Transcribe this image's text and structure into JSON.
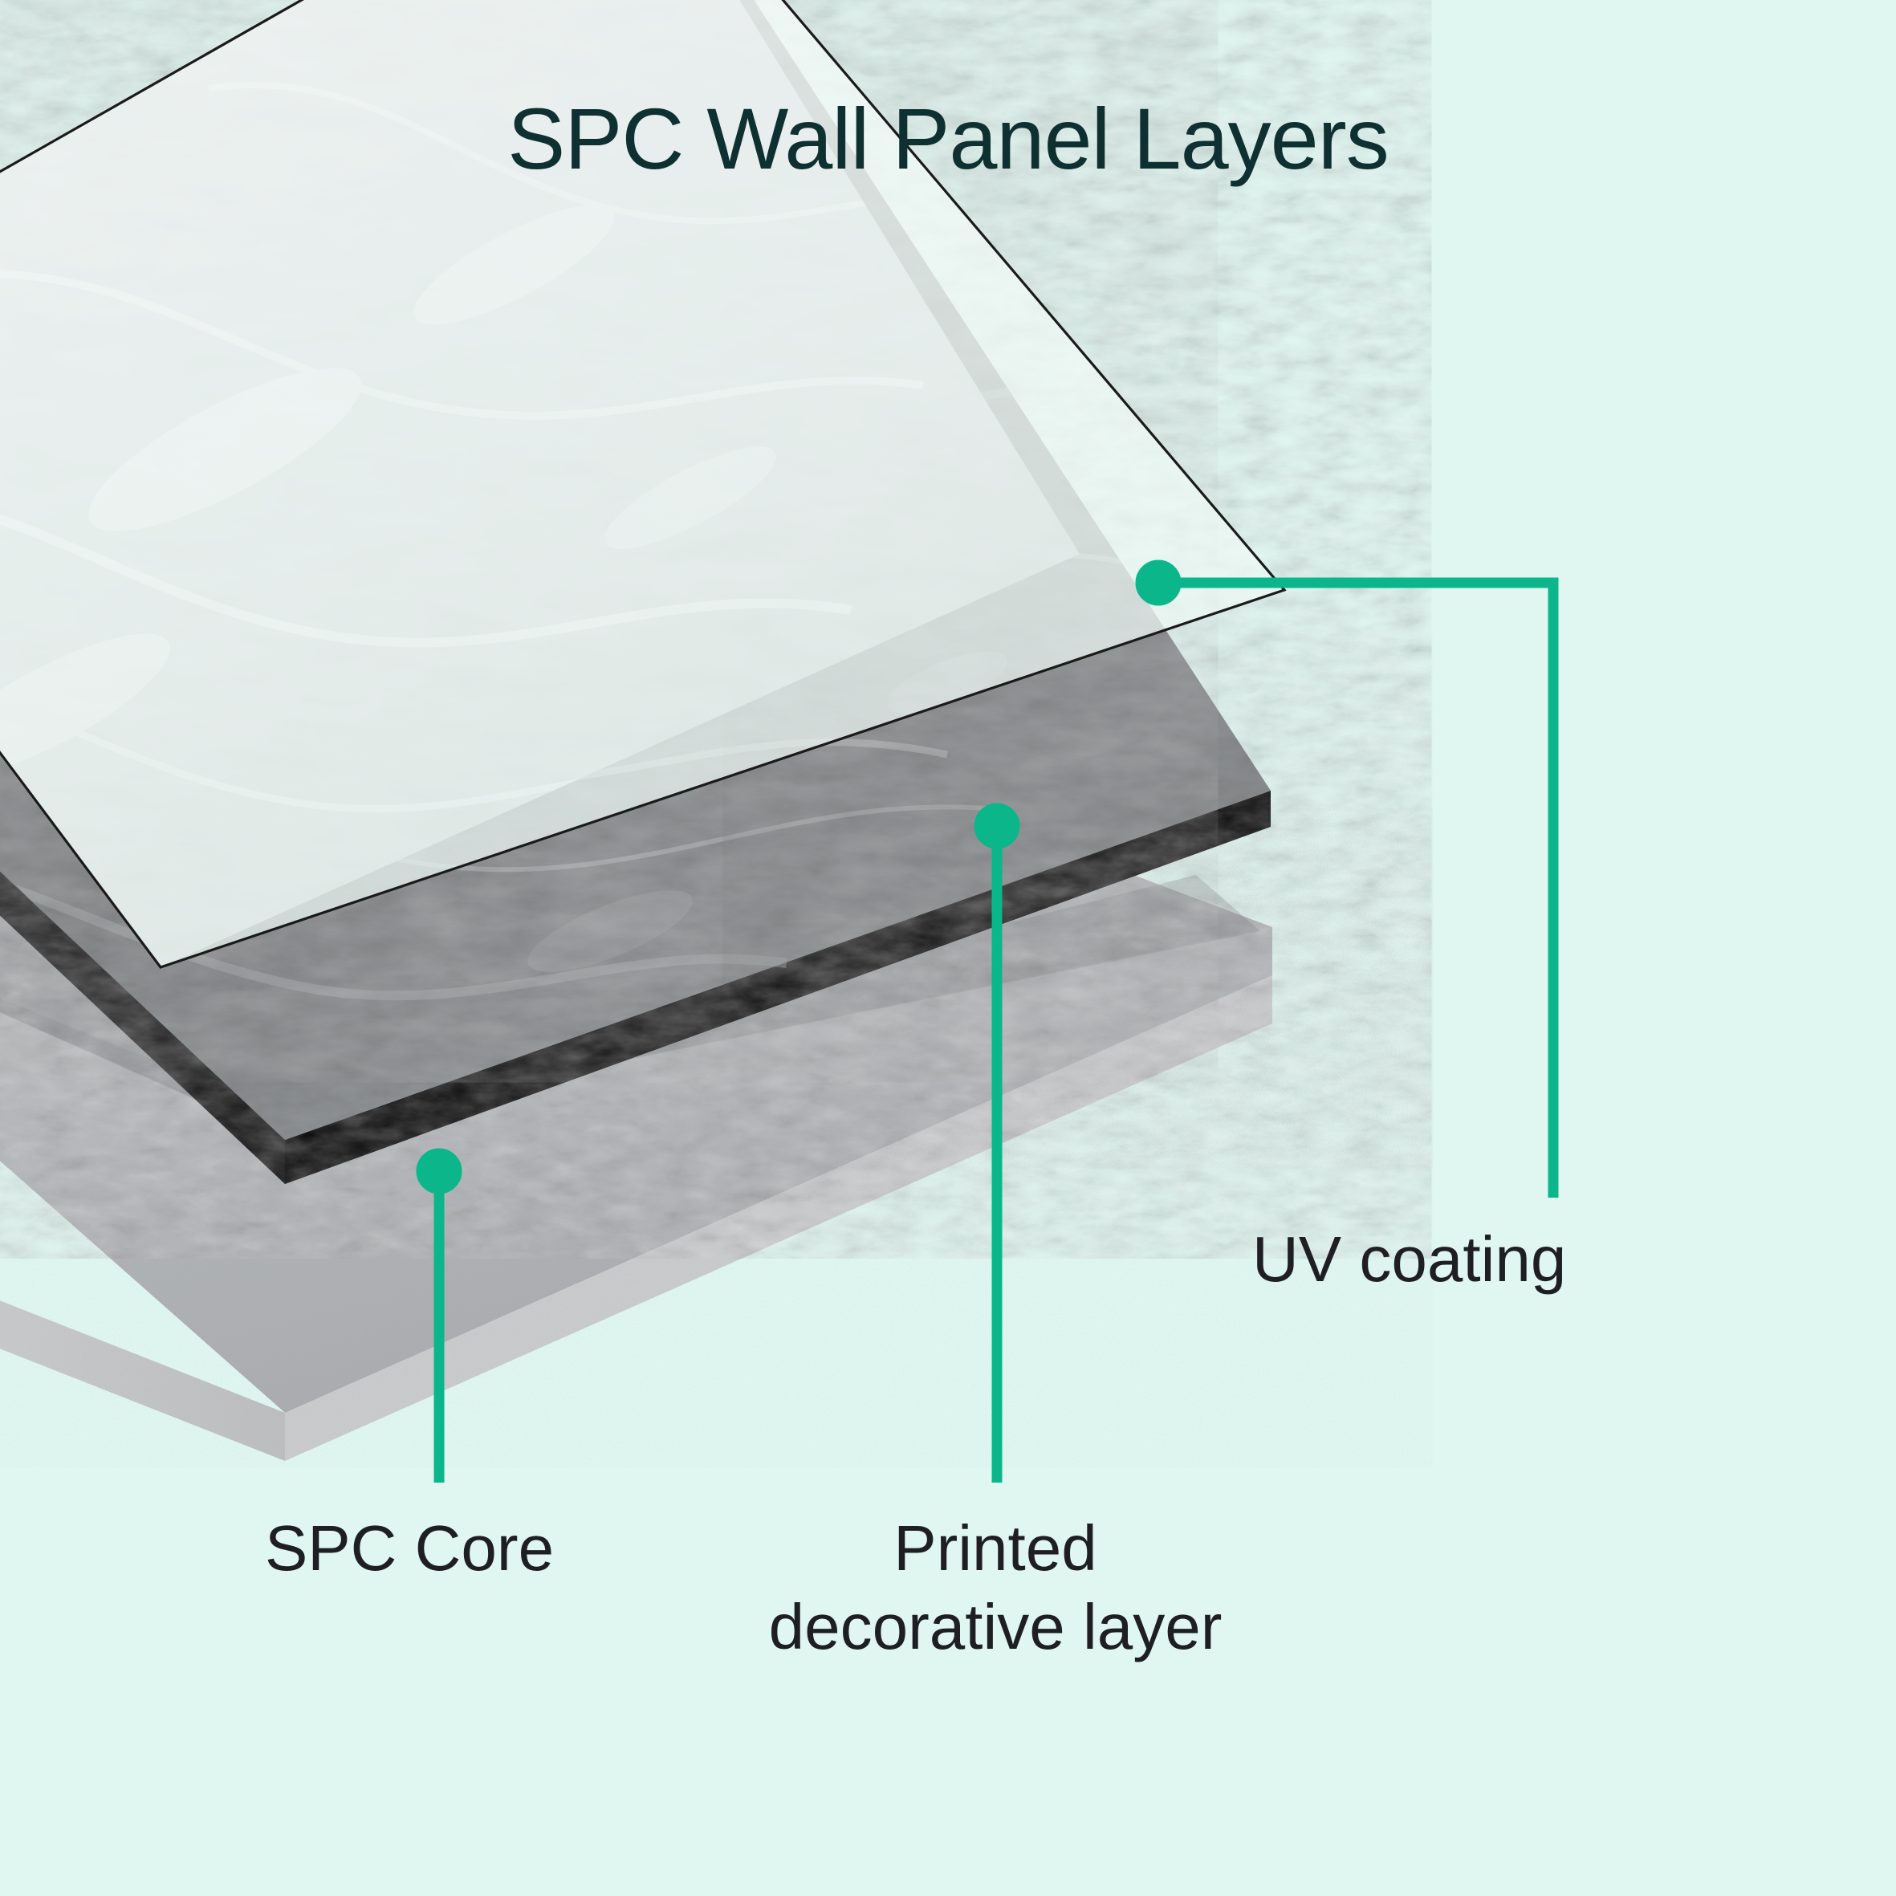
{
  "diagram": {
    "title": "SPC Wall Panel Layers",
    "background_color": "#e0f7f1",
    "title_color": "#0f3030",
    "label_color": "#1f1f23",
    "accent_color": "#0bb68b",
    "outline_color": "#1a1a1a",
    "type": "exploded-layer-diagram",
    "layers": [
      {
        "id": "uv-coating",
        "label": "UV coating",
        "order": 1,
        "position": "top",
        "appearance": "translucent glossy sheet",
        "fill_color": "#f4fcf9",
        "edge_color": "#1a1a1a"
      },
      {
        "id": "printed-decorative-layer",
        "label": "Printed decorative layer",
        "order": 2,
        "position": "middle",
        "appearance": "grey stone / marble print",
        "fill_color": "#8d9093",
        "edge_color": "#0a0a0a"
      },
      {
        "id": "spc-core",
        "label": "SPC Core",
        "order": 3,
        "position": "bottom",
        "appearance": "solid light grey rigid board",
        "fill_color": "#b9bbbd",
        "edge_color": "#cbcccd"
      }
    ],
    "callouts": [
      {
        "id": "callout-uv",
        "label": "UV coating",
        "dot": [
          1443,
          726
        ],
        "elbow": true
      },
      {
        "id": "callout-dec",
        "label": "Printed decorative layer",
        "dot": [
          1242,
          1029
        ],
        "elbow": false
      },
      {
        "id": "callout-spc",
        "label": "SPC Core",
        "dot": [
          547,
          1459
        ],
        "elbow": false
      }
    ]
  }
}
